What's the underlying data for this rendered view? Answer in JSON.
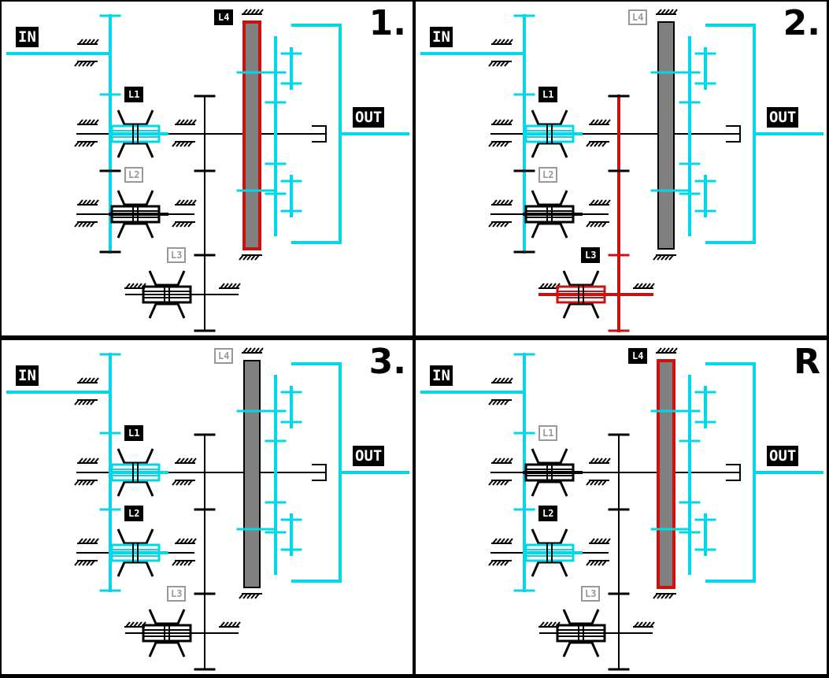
{
  "colors": {
    "active": "#00d8e8",
    "inactive": "#000000",
    "brake": "#cc1111",
    "drum": "#808080",
    "background": "#ffffff"
  },
  "panels": [
    {
      "id": "1",
      "title": "1.",
      "in_label": "IN",
      "out_label": "OUT",
      "L1": {
        "label": "L1",
        "state": "engaged"
      },
      "L2": {
        "label": "L2",
        "state": "released"
      },
      "L3": {
        "label": "L3",
        "state": "released"
      },
      "L4": {
        "label": "L4",
        "state": "engaged"
      }
    },
    {
      "id": "2",
      "title": "2.",
      "in_label": "IN",
      "out_label": "OUT",
      "L1": {
        "label": "L1",
        "state": "engaged"
      },
      "L2": {
        "label": "L2",
        "state": "released"
      },
      "L3": {
        "label": "L3",
        "state": "engaged"
      },
      "L4": {
        "label": "L4",
        "state": "released"
      }
    },
    {
      "id": "3",
      "title": "3.",
      "in_label": "IN",
      "out_label": "OUT",
      "L1": {
        "label": "L1",
        "state": "engaged"
      },
      "L2": {
        "label": "L2",
        "state": "engaged"
      },
      "L3": {
        "label": "L3",
        "state": "released"
      },
      "L4": {
        "label": "L4",
        "state": "released"
      }
    },
    {
      "id": "R",
      "title": "R",
      "in_label": "IN",
      "out_label": "OUT",
      "L1": {
        "label": "L1",
        "state": "released"
      },
      "L2": {
        "label": "L2",
        "state": "engaged"
      },
      "L3": {
        "label": "L3",
        "state": "released"
      },
      "L4": {
        "label": "L4",
        "state": "engaged"
      }
    }
  ]
}
